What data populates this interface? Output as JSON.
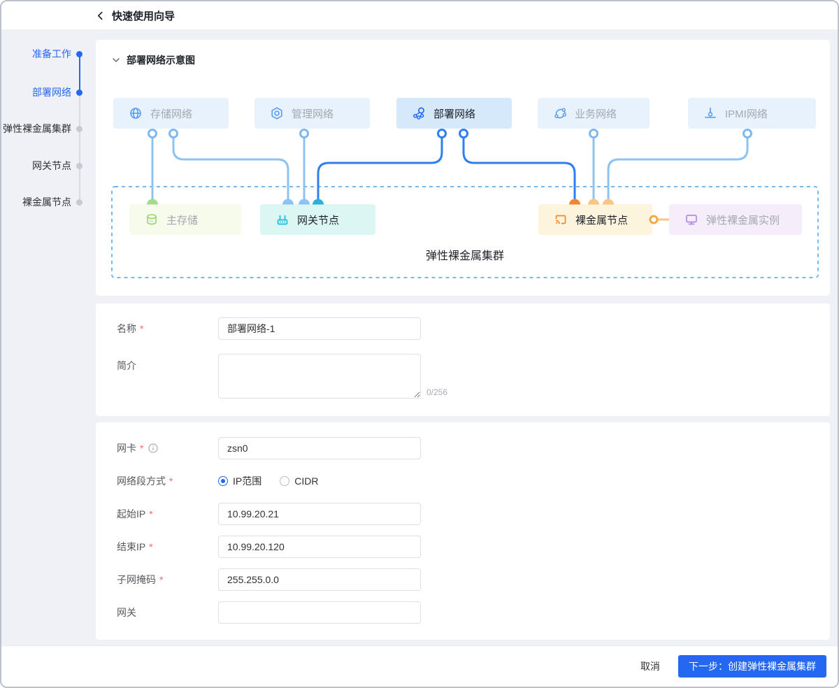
{
  "window": {
    "title": "快速使用向导"
  },
  "required_mark": "*",
  "steps": [
    {
      "label": "准备工作",
      "state": "done"
    },
    {
      "label": "部署网络",
      "state": "active"
    },
    {
      "label": "弹性裸金属集群",
      "state": "pending"
    },
    {
      "label": "网关节点",
      "state": "pending"
    },
    {
      "label": "裸金属节点",
      "state": "pending"
    }
  ],
  "diagram": {
    "section_title": "部署网络示意图",
    "cluster_label": "弹性裸金属集群",
    "networks": [
      {
        "label": "存储网络",
        "active": false
      },
      {
        "label": "管理网络",
        "active": false
      },
      {
        "label": "部署网络",
        "active": true
      },
      {
        "label": "业务网络",
        "active": false
      },
      {
        "label": "IPMI网络",
        "active": false
      }
    ],
    "nodes": [
      {
        "label": "主存储"
      },
      {
        "label": "网关节点"
      },
      {
        "label": "裸金属节点"
      },
      {
        "label": "弹性裸金属实例"
      }
    ]
  },
  "form_basic": {
    "name_label": "名称",
    "name_value": "部署网络-1",
    "desc_label": "简介",
    "desc_value": "",
    "desc_counter": "0/256"
  },
  "form_network": {
    "nic_label": "网卡",
    "nic_value": "zsn0",
    "segment_label": "网络段方式",
    "segment_options": [
      {
        "label": "IP范围",
        "selected": true
      },
      {
        "label": "CIDR",
        "selected": false
      }
    ],
    "start_ip_label": "起始IP",
    "start_ip_value": "10.99.20.21",
    "end_ip_label": "结束IP",
    "end_ip_value": "10.99.20.120",
    "mask_label": "子网掩码",
    "mask_value": "255.255.0.0",
    "gateway_label": "网关",
    "gateway_value": ""
  },
  "footer": {
    "cancel_label": "取消",
    "next_label": "下一步：创建弹性裸金属集群"
  },
  "colors": {
    "primary": "#2468f2",
    "storage_green": "#95d475",
    "gateway_cyan": "#18bdd8",
    "baremetal_orange": "#f2862c",
    "instance_purple": "#b18be0",
    "link_light_blue": "#8cc3f3",
    "link_dark_blue": "#2e7ff2"
  }
}
